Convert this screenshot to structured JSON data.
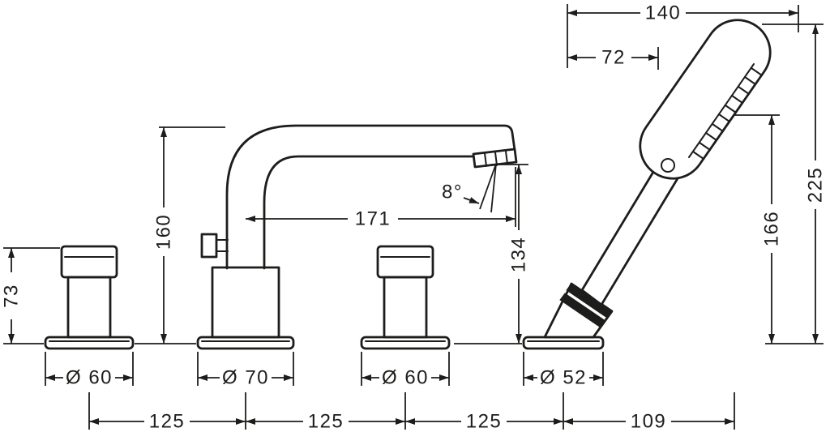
{
  "drawing": {
    "type": "technical-dimension-diagram",
    "subject": "4-hole deck mounted bath mixer with hand shower",
    "line_color": "#1d1d1b",
    "background_color": "#ffffff",
    "dimensions": {
      "width140": "140",
      "width72": "72",
      "height225": "225",
      "height166": "166",
      "height160": "160",
      "reach171": "171",
      "angle8": "8°",
      "height134": "134",
      "height73": "73",
      "dia60_left": "Ø 60",
      "dia70": "Ø 70",
      "dia60_right": "Ø 60",
      "dia52": "Ø 52",
      "span125_1": "125",
      "span125_2": "125",
      "span125_3": "125",
      "span109": "109"
    }
  }
}
